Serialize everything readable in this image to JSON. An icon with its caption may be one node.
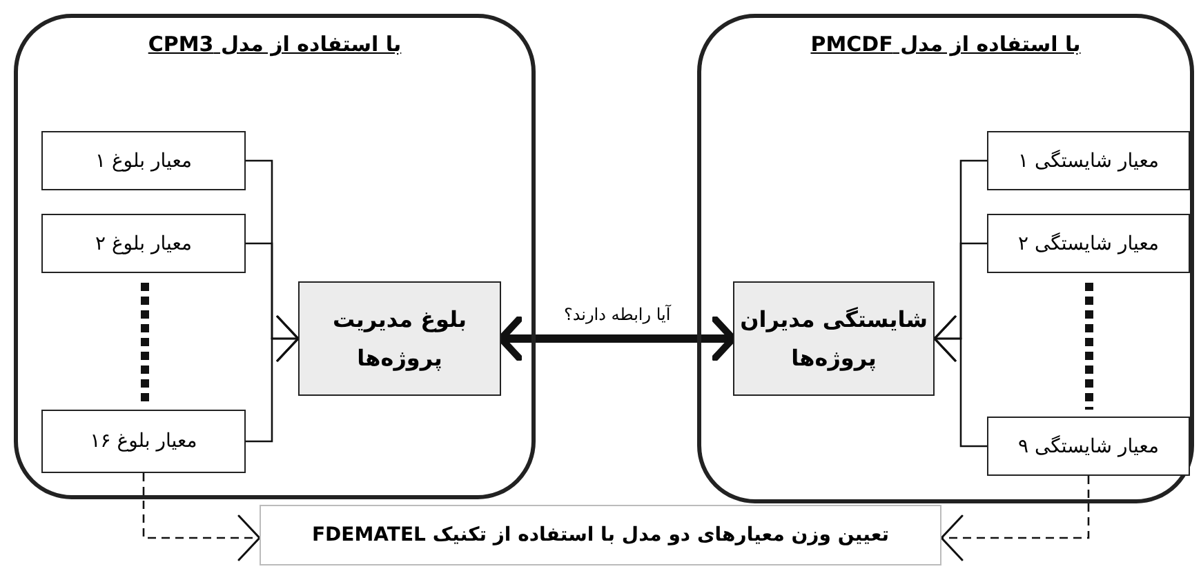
{
  "diagram": {
    "nodes": [
      {
        "text": [
          "با استفاده از مدل CPM3"
        ]
      },
      {
        "text": [
          "معیار بلوغ ۱"
        ],
        "in": 0
      },
      {
        "text": [
          "معیار بلوغ ۲"
        ],
        "in": 0
      },
      {
        "text": [
          "معیار بلوغ ۱۶"
        ],
        "in": 0
      },
      {
        "text": [
          "بلوغ مدیریت پروژه‌ها"
        ],
        "in": 0
      },
      {
        "text": [
          "با استفاده از مدل PMCDF"
        ]
      },
      {
        "text": [
          "شایستگی مدیران پروژه‌ها"
        ],
        "in": 5
      },
      {
        "text": [
          "معیار شایستگی ۱"
        ],
        "in": 5
      },
      {
        "text": [
          "معیار شایستگی ۲"
        ],
        "in": 5
      },
      {
        "text": [
          "معیار شایستگی ۹"
        ],
        "in": 5
      },
      {
        "text": [
          "تعیین وزن معیارهای دو مدل با استفاده از تکنیک FDEMATEL"
        ]
      }
    ],
    "edges": [
      {
        "from": 1,
        "to": 4,
        "arrow": "to"
      },
      {
        "from": 2,
        "to": 4,
        "arrow": "to"
      },
      {
        "from": 3,
        "to": 4,
        "arrow": "to"
      },
      {
        "from": 7,
        "to": 6,
        "arrow": "to"
      },
      {
        "from": 8,
        "to": 6,
        "arrow": "to"
      },
      {
        "from": 9,
        "to": 6,
        "arrow": "to"
      },
      {
        "from": 4,
        "to": 6,
        "arrow": "both",
        "style": "thick",
        "label": "آیا رابطه دارند؟"
      },
      {
        "from": 3,
        "to": 10,
        "arrow": "to",
        "style": "dashed"
      },
      {
        "from": 9,
        "to": 10,
        "arrow": "to",
        "style": "dashed"
      }
    ]
  }
}
